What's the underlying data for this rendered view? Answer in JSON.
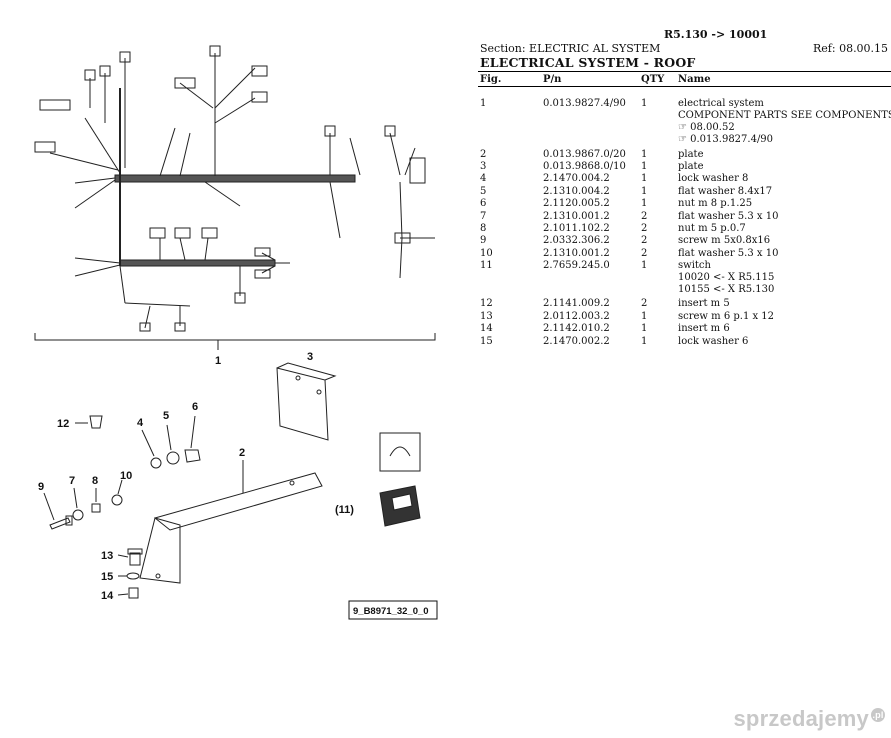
{
  "header": {
    "model": "R5.130 -> 10001",
    "section": "Section: ELECTRIC AL SYSTEM",
    "ref": "Ref: 08.00.15",
    "title": "ELECTRICAL SYSTEM - ROOF"
  },
  "table": {
    "columns": [
      "Fig.",
      "P/n",
      "QTY",
      "Name"
    ],
    "rows": [
      {
        "fig": "1",
        "pn": "0.013.9827.4/90",
        "qty": "1",
        "name": "electrical system",
        "extra": [
          "COMPONENT PARTS SEE COMPONENTS LIST",
          "☞ 08.00.52",
          "☞ 0.013.9827.4/90"
        ]
      },
      {
        "fig": "2",
        "pn": "0.013.9867.0/20",
        "qty": "1",
        "name": "plate",
        "extra": []
      },
      {
        "fig": "3",
        "pn": "0.013.9868.0/10",
        "qty": "1",
        "name": "plate",
        "extra": []
      },
      {
        "fig": "4",
        "pn": "2.1470.004.2",
        "qty": "1",
        "name": "lock washer 8",
        "extra": []
      },
      {
        "fig": "5",
        "pn": "2.1310.004.2",
        "qty": "1",
        "name": "flat washer 8.4x17",
        "extra": []
      },
      {
        "fig": "6",
        "pn": "2.1120.005.2",
        "qty": "1",
        "name": "nut m 8 p.1.25",
        "extra": []
      },
      {
        "fig": "7",
        "pn": "2.1310.001.2",
        "qty": "2",
        "name": "flat washer 5.3 x 10",
        "extra": []
      },
      {
        "fig": "8",
        "pn": "2.1011.102.2",
        "qty": "2",
        "name": "nut m 5 p.0.7",
        "extra": []
      },
      {
        "fig": "9",
        "pn": "2.0332.306.2",
        "qty": "2",
        "name": "screw m 5x0.8x16",
        "extra": []
      },
      {
        "fig": "10",
        "pn": "2.1310.001.2",
        "qty": "2",
        "name": "flat washer 5.3 x 10",
        "extra": []
      },
      {
        "fig": "11",
        "pn": "2.7659.245.0",
        "qty": "1",
        "name": "switch",
        "extra": [
          "10020 <- X R5.115",
          "10155 <- X R5.130"
        ]
      },
      {
        "fig": "12",
        "pn": "2.1141.009.2",
        "qty": "2",
        "name": "insert m 5",
        "extra": []
      },
      {
        "fig": "13",
        "pn": "2.0112.003.2",
        "qty": "1",
        "name": "screw m 6 p.1 x 12",
        "extra": []
      },
      {
        "fig": "14",
        "pn": "2.1142.010.2",
        "qty": "1",
        "name": "insert m 6",
        "extra": []
      },
      {
        "fig": "15",
        "pn": "2.1470.002.2",
        "qty": "1",
        "name": "lock washer 6",
        "extra": []
      }
    ]
  },
  "diagram": {
    "callouts": {
      "c1": "1",
      "c2": "2",
      "c3": "3",
      "c4": "4",
      "c5": "5",
      "c6": "6",
      "c7": "7",
      "c8": "8",
      "c9": "9",
      "c10": "10",
      "c11": "(11)",
      "c12": "12",
      "c13": "13",
      "c14": "14",
      "c15": "15"
    },
    "code": "9_B8971_32_0_0"
  },
  "watermark": {
    "text": "sprzedajemy",
    "badge": ".pl"
  }
}
